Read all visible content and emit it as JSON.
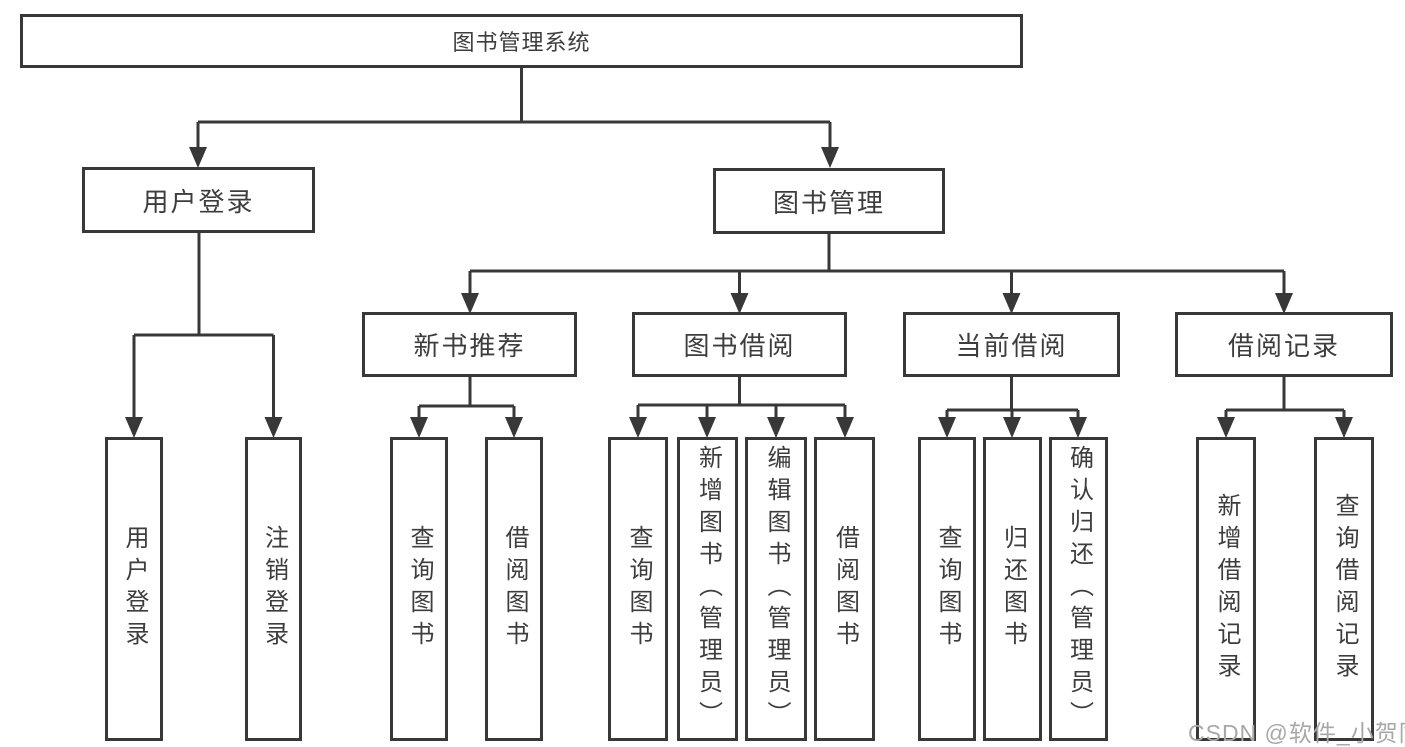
{
  "diagram": {
    "title_box": "图书管理系统",
    "branches": [
      {
        "label": "用户登录",
        "children": [
          {
            "label": "用户登录"
          },
          {
            "label": "注销登录"
          }
        ]
      },
      {
        "label": "图书管理",
        "children": [
          {
            "label": "新书推荐",
            "children": [
              {
                "label": "查询图书"
              },
              {
                "label": "借阅图书"
              }
            ]
          },
          {
            "label": "图书借阅",
            "children": [
              {
                "label": "查询图书"
              },
              {
                "label": "新增图书（管理员）"
              },
              {
                "label": "编辑图书（管理员）"
              },
              {
                "label": "借阅图书"
              }
            ]
          },
          {
            "label": "当前借阅",
            "children": [
              {
                "label": "查询图书"
              },
              {
                "label": "归还图书"
              },
              {
                "label": "确认归还（管理员）"
              }
            ]
          },
          {
            "label": "借阅记录",
            "children": [
              {
                "label": "新增借阅记录"
              },
              {
                "label": "查询借阅记录"
              }
            ]
          }
        ]
      }
    ],
    "watermark": "CSDN @软件_小贺同学",
    "colors": {
      "line": "#383838",
      "border": "#383838",
      "text": "#3d3d3d",
      "background": "#ffffff",
      "watermark": "#a8a8a8"
    }
  }
}
